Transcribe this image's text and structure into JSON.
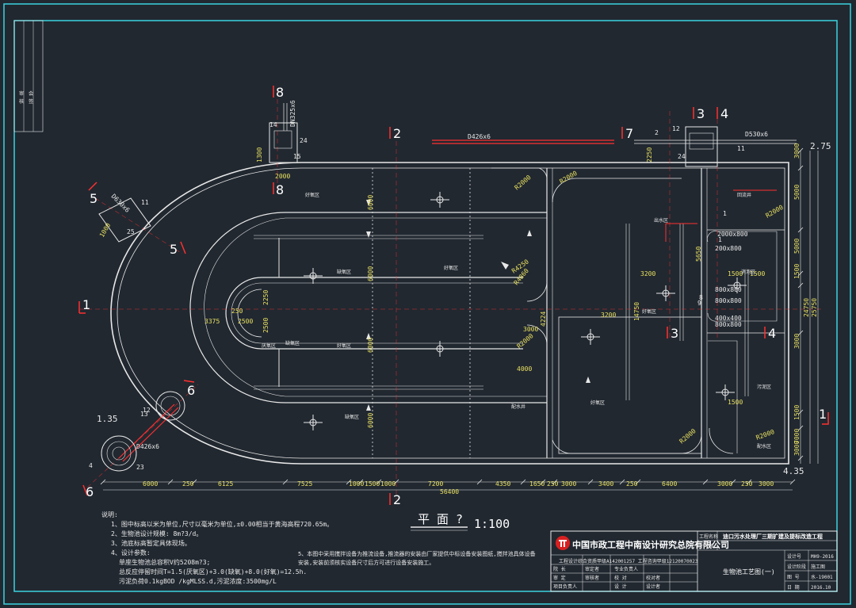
{
  "drawing": {
    "title": "平 面 ?",
    "scale": "1:100",
    "overall_dim": "56400",
    "bottom_dims": [
      "6000",
      "250",
      "6125",
      "7525",
      "1000",
      "1500",
      "1000",
      "7200",
      "4350",
      "1650",
      "250",
      "3000",
      "3400",
      "250",
      "6400",
      "3000",
      "250",
      "3000"
    ],
    "right_dims": [
      "3000",
      "5000",
      "5000",
      "1500",
      "3000",
      "7000",
      "24750",
      "25750",
      "1500",
      "3000"
    ],
    "inner_dims": [
      "6000",
      "6000",
      "6000",
      "6000",
      "3375",
      "2500",
      "2250",
      "2500",
      "14750",
      "5650",
      "3200",
      "3200",
      "4000",
      "3000",
      "4224",
      "1500",
      "1500",
      "250",
      "2000",
      "1300",
      "1000",
      "2250",
      "1500"
    ],
    "radii": [
      "R2000",
      "R2000",
      "R4250",
      "R4860",
      "R2000",
      "R2000",
      "R2000",
      "R2000"
    ],
    "levels": [
      "2.75",
      "1.35",
      "4.35"
    ],
    "pipes": {
      "top_left": "DN325x6",
      "top_pipe": "D426x6",
      "top_right": "D530x6",
      "left_pipe": "D630x6",
      "bottom_pipe": "D426x6"
    },
    "section_labels": [
      "1",
      "1",
      "2",
      "2",
      "3",
      "3",
      "4",
      "4",
      "5",
      "5",
      "6",
      "6",
      "7",
      "8",
      "8"
    ],
    "item_numbers": [
      "2",
      "12",
      "24",
      "11",
      "14",
      "15",
      "24",
      "12",
      "13",
      "23",
      "25",
      "11",
      "4",
      "1",
      "9",
      "1",
      "8"
    ],
    "openings": [
      "2000x800",
      "800x800",
      "800x800",
      "400x400",
      "200x800",
      "800x800"
    ],
    "zones": [
      "好氧区",
      "缺氧区",
      "厌氧区",
      "好氧区",
      "缺氧区",
      "好氧区",
      "配水井",
      "回流井",
      "出水区",
      "消泡区",
      "污泥区",
      "缺氧区",
      "好氧区",
      "配水区",
      "好氧区"
    ]
  },
  "notes": {
    "header": "说明:",
    "items": [
      "1、图中标高以米为单位,尺寸以毫米为单位,±0.00相当于黄海高程720.65m。",
      "2、生物池设计规模: 8m?3/d。",
      "3、池底标高暂定具体现场。",
      "4、设计参数:",
      "单座生物池总容积V约5208m?3;",
      "总反应停留时间T=1.5(厌氧区)+3.0(缺氧)+8.0(好氧)=12.5h.",
      "污泥负荷0.1kgBOD /kgMLSS.d,污泥浓度:3500mg/L"
    ],
    "item5": "5、本图中采用搅拌设备为推流设备,推流器的安装由厂家提供中标设备安装图纸,搅拌池具体设备安装,安装前须核实设备尺寸后方可进行设备安装施工。"
  },
  "title_block": {
    "company": "中国市政工程中南设计研究总院有限公司",
    "cert": "工程设计综合资质甲级A142001257 工程咨询甲级12120070023",
    "project_label": "工程名称",
    "project": "迪口污水处理厂三期扩建及提标改造工程",
    "sub_label": "子 项",
    "drawing_name": "生物池工艺图(一)",
    "rows_left": [
      "院 长",
      "审 定",
      "审 核",
      "项目负责人"
    ],
    "rows_mid": [
      "专业负责人",
      "校 对",
      "设 计",
      "制 图"
    ],
    "fields": [
      "设计号",
      "设计阶段",
      "图 号",
      "日 期"
    ],
    "values": [
      "MH9-2016",
      "施工图",
      "水-19001",
      "2016.10"
    ],
    "names": [
      "审定者",
      "审核者",
      "校对者",
      "设计者"
    ]
  },
  "border_left_strip": [
    "审",
    "核",
    "会",
    "签"
  ]
}
